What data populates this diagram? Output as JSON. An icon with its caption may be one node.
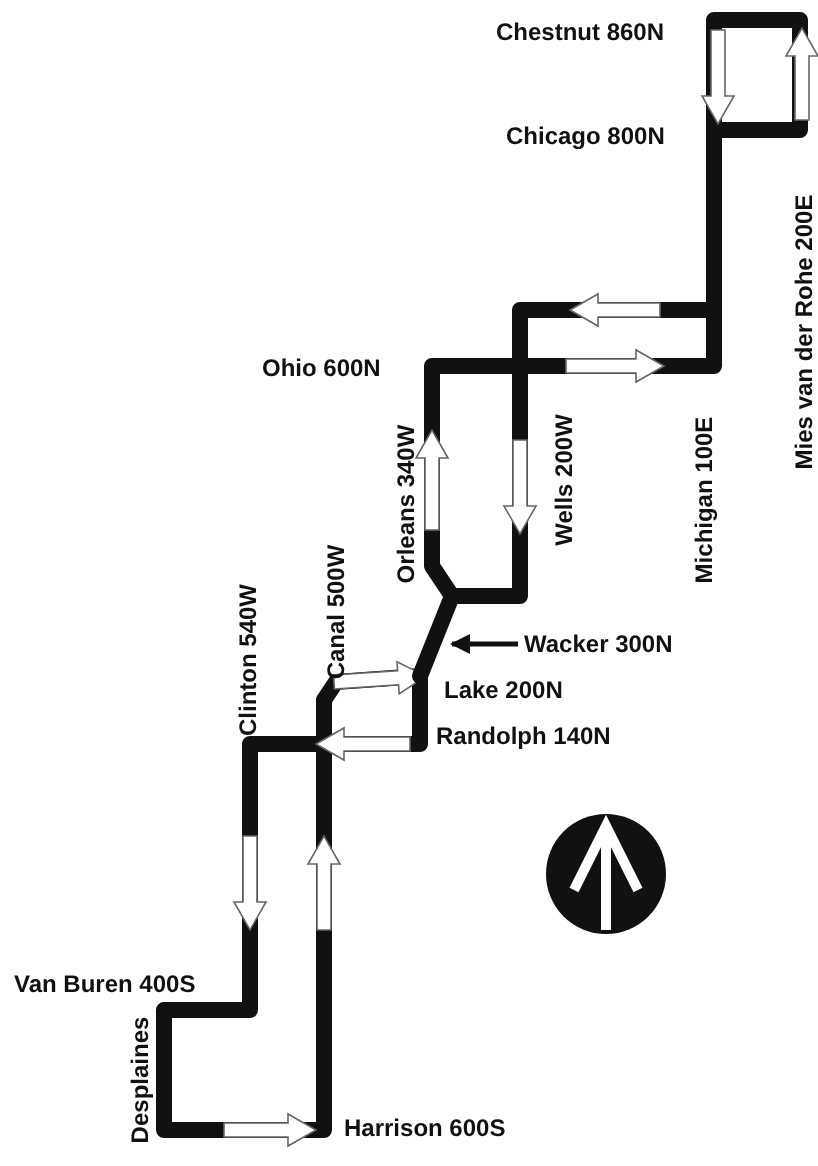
{
  "diagram": {
    "nodes": [
      {
        "text": [
          "Wacker 300N"
        ]
      },
      {
        "text": [],
        "shape": "bar"
      }
    ],
    "edges": [
      {
        "from": 0,
        "to": 1,
        "arrow": "to"
      }
    ],
    "labels": [
      "Chestnut 860N",
      "Chicago 800N",
      "Mies van der Rohe 200E",
      "Ohio 600N",
      "Orleans 340W",
      "Wells 200W",
      "Michigan 100E",
      "Clinton 540W",
      "Canal 500W",
      "Lake 200N",
      "Randolph 140N",
      "Van Buren 400S",
      "Desplaines",
      "Harrison 600S"
    ]
  }
}
